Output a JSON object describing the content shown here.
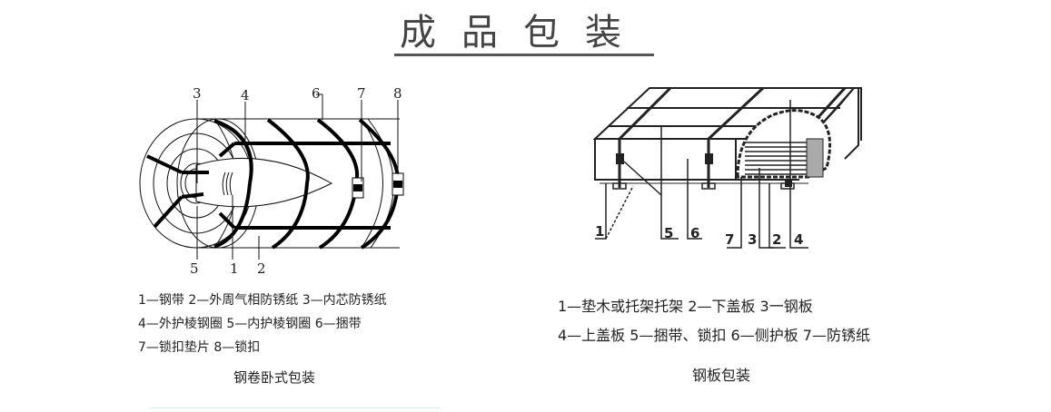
{
  "title": "成品包装",
  "coil_diagram": {
    "caption": "钢卷卧式包装",
    "callout_numbers": {
      "top": [
        "3",
        "4",
        "6",
        "7",
        "8"
      ],
      "bottom": [
        "5",
        "1",
        "2"
      ]
    },
    "legend": [
      "1—钢带   2—外周气相防锈纸 3—内芯防锈纸",
      "4—外护棱钢圈 5—内护棱钢圈 6—捆带",
      "7—锁扣垫片 8—锁扣"
    ]
  },
  "plate_diagram": {
    "caption": "钢板包装",
    "callout_numbers": [
      "1",
      "5",
      "6",
      "7",
      "3",
      "2",
      "4"
    ],
    "legend": [
      "1—垫木或托架托架   2—下盖板 3一钢板",
      "4—上盖板 5—捆带、锁扣  6—侧护板   7—防锈纸"
    ]
  }
}
